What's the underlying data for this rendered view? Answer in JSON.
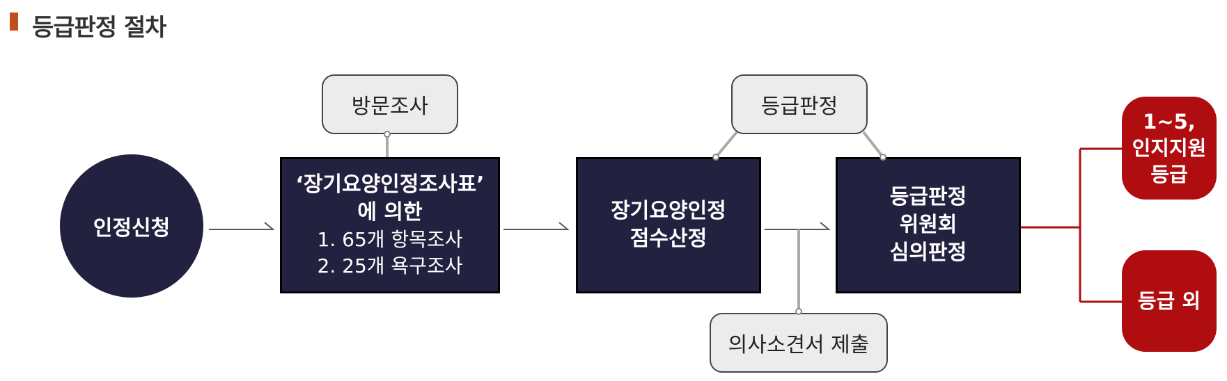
{
  "title": "등급판정 절차",
  "colors": {
    "accent": "#c0501a",
    "node_dark": "#232140",
    "result_red": "#b00d10",
    "connector_gray": "#999999"
  },
  "nodes": {
    "application": "인정신청",
    "survey": {
      "lines": [
        "‘장기요양인정조사표’",
        "에 의한",
        "1. 65개 항목조사",
        "2. 25개 욕구조사"
      ]
    },
    "score": {
      "lines": [
        "장기요양인정",
        "점수산정"
      ]
    },
    "committee": {
      "lines": [
        "등급판정",
        "위원회",
        "심의판정"
      ]
    }
  },
  "tags": {
    "visit": "방문조사",
    "grading": "등급판정",
    "doctor": "의사소견서 제출"
  },
  "results": {
    "grades": {
      "lines": [
        "1~5,",
        "인지지원",
        "등급"
      ]
    },
    "outside": "등급 외"
  }
}
